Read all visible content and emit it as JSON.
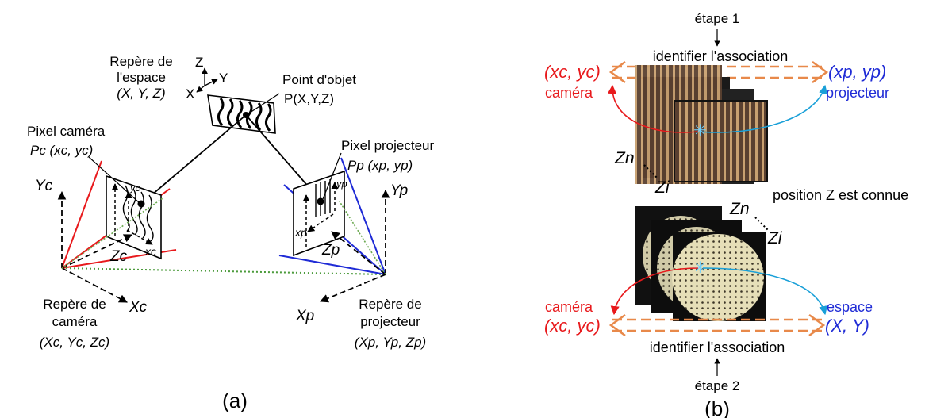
{
  "panel_a": {
    "caption": "(a)",
    "space_frame": {
      "line1": "Repère de",
      "line2": "l'espace",
      "line3": "(X, Y, Z)"
    },
    "axis_z": "Z",
    "axis_y": "Y",
    "axis_x": "X",
    "object_point": {
      "line1": "Point d'objet",
      "line2": "P(X,Y,Z)"
    },
    "camera_pixel": {
      "line1": "Pixel caméra",
      "line2": "Pc (xc, yc)"
    },
    "projector_pixel": {
      "line1": "Pixel projecteur",
      "line2": "Pp (xp, yp)"
    },
    "cam_Yc": "Yc",
    "cam_yc": "yc",
    "cam_xc": "xc",
    "cam_Zc": "Zc",
    "cam_Xc": "Xc",
    "proj_Yp": "Yp",
    "proj_yp": "yp",
    "proj_xp": "xp",
    "proj_Zp": "Zp",
    "proj_Xp": "Xp",
    "camera_frame": {
      "line1": "Repère de",
      "line2": "caméra",
      "line3": "(Xc, Yc, Zc)"
    },
    "projector_frame": {
      "line1": "Repère de",
      "line2": "projecteur",
      "line3": "(Xp, Yp, Zp)"
    }
  },
  "panel_b": {
    "caption": "(b)",
    "step1": "étape 1",
    "step2": "étape 2",
    "identify_top": "identifier l'association",
    "identify_bottom": "identifier l'association",
    "xcyc_top": "(xc, yc)",
    "xpyp": "(xp, yp)",
    "camera_top": "caméra",
    "projector": "projecteur",
    "zn_top": "Zn",
    "zi_top": "Zi",
    "z_known": "position Z est connue",
    "zn_bottom": "Zn",
    "zi_bottom": "Zi",
    "camera_bottom": "caméra",
    "space": "espace",
    "xcyc_bottom": "(xc, yc)",
    "XY": "(X, Y)"
  },
  "colors": {
    "red": "#e8191c",
    "blue": "#1f2bd6",
    "orange": "#e8894a",
    "cyan": "#1aa0d8",
    "green": "#4a9a3a"
  }
}
